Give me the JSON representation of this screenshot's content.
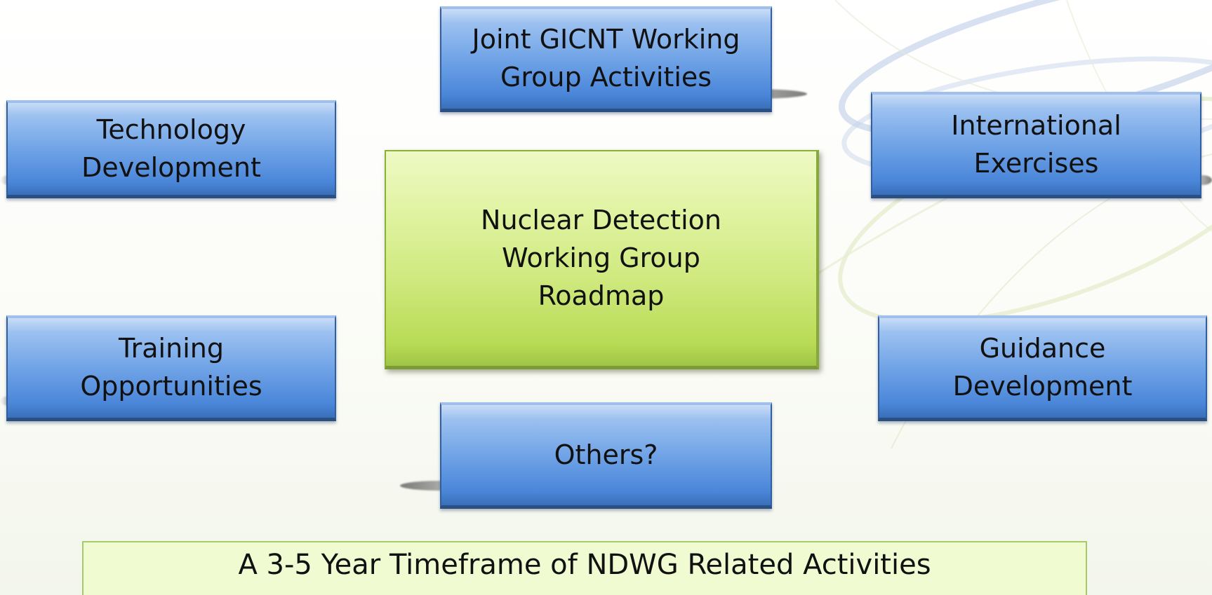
{
  "diagram": {
    "center": {
      "label": "Nuclear Detection\nWorking Group\nRoadmap"
    },
    "nodes": [
      {
        "id": "joint-gicnt",
        "label": "Joint GICNT Working\nGroup Activities"
      },
      {
        "id": "technology-development",
        "label": "Technology\nDevelopment"
      },
      {
        "id": "international-exercises",
        "label": "International\nExercises"
      },
      {
        "id": "training-opportunities",
        "label": "Training\nOpportunities"
      },
      {
        "id": "guidance-development",
        "label": "Guidance\nDevelopment"
      },
      {
        "id": "others",
        "label": "Others?"
      }
    ],
    "footer": "A 3-5 Year Timeframe of NDWG Related Activities"
  },
  "colors": {
    "node_blue": "#6ea2e6",
    "center_green": "#cfe97e",
    "footer_fill": "#f1fbd2",
    "footer_border": "#a8c968",
    "background": "#fbfcf7"
  }
}
